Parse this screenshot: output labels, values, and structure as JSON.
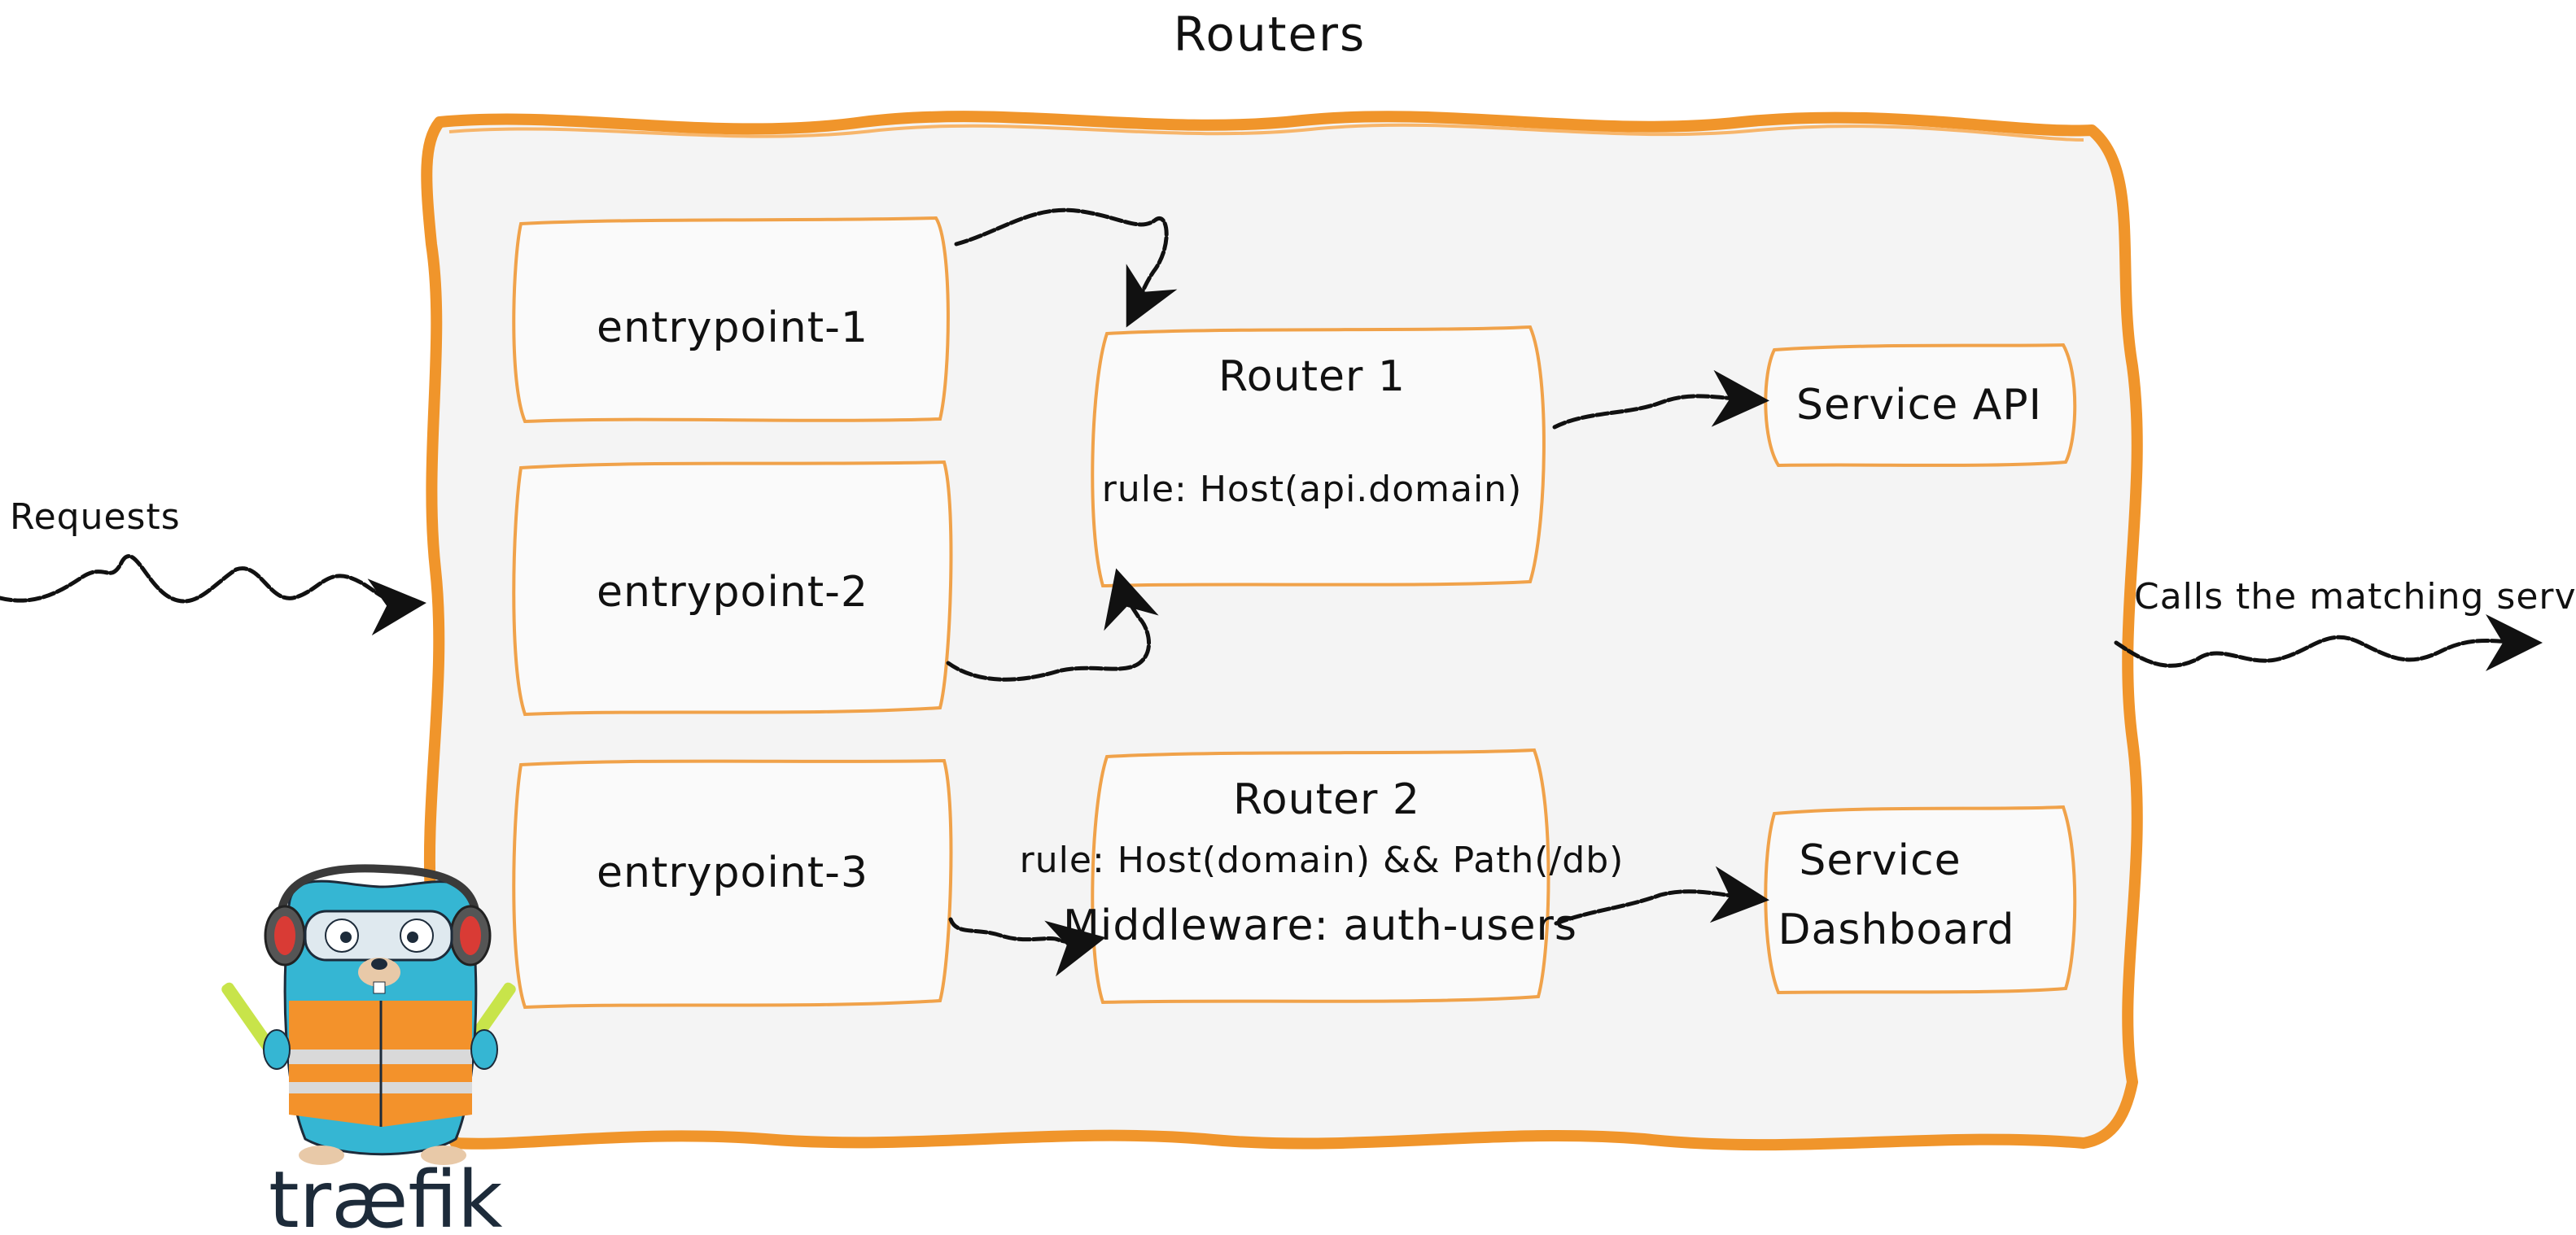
{
  "title": "Routers",
  "requests_label": "Requests",
  "calls_label": "Calls the matching server",
  "entrypoints": [
    "entrypoint-1",
    "entrypoint-2",
    "entrypoint-3"
  ],
  "router1": {
    "name": "Router 1",
    "rule": "rule: Host(api.domain)"
  },
  "router2": {
    "name": "Router 2",
    "rule": "rule: Host(domain) && Path(/db)",
    "middleware": "Middleware: auth-users"
  },
  "service_api": "Service API",
  "service_dashboard": {
    "line1": "Service",
    "line2": "Dashboard"
  },
  "logo": {
    "text": "træfik",
    "icon": "gopher-mascot-icon"
  },
  "colors": {
    "frame": "#f0952b",
    "panel": "#f4f4f4",
    "box_border": "#f0a24a",
    "ink": "#111111",
    "gopher": "#35b6d3"
  }
}
